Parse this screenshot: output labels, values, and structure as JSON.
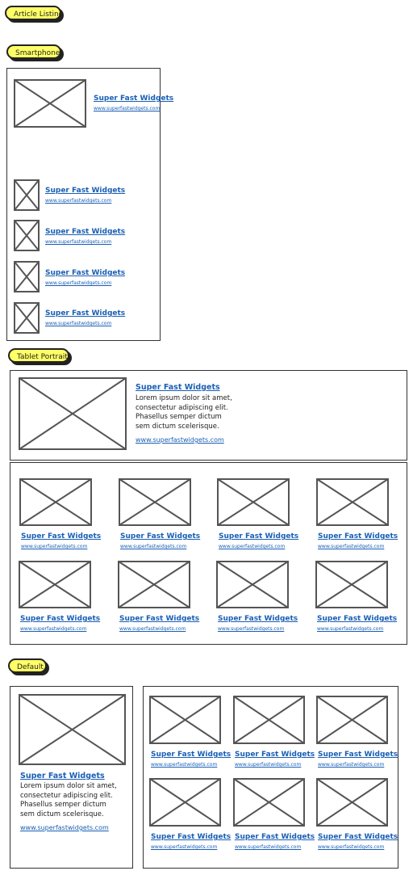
{
  "labels": {
    "article_listing": "Article Listing",
    "smartphone": "Smartphone",
    "tablet_portrait": "Tablet Portrait",
    "default": "Default"
  },
  "item": {
    "title": "Super Fast Widgets",
    "url": "www.superfastwidgets.com",
    "body": "Lorem ipsum dolor sit amet, consectetur adipiscing elit. Phasellus semper dictum sem dictum scelerisque."
  }
}
